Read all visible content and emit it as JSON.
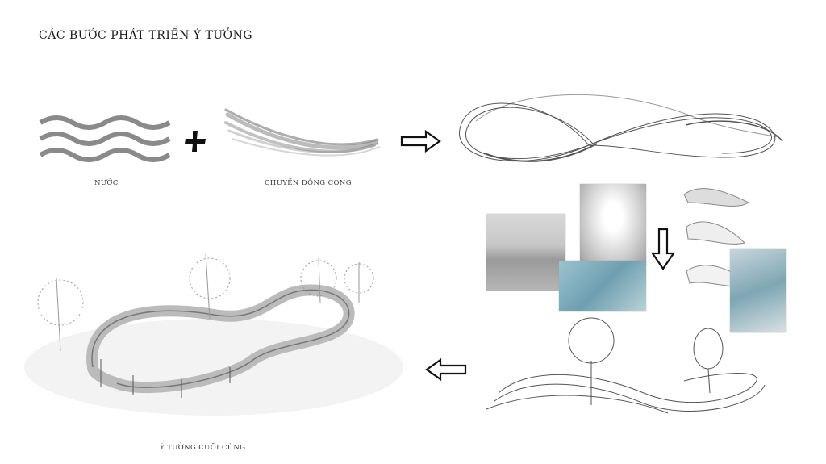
{
  "title": "CÁC BƯỚC PHÁT TRIỂN Ý TƯỞNG",
  "captions": {
    "water": "NƯỚC",
    "curve_motion": "CHUYỂN ĐỘNG CONG",
    "final_idea": "Ý TƯỞNG CUỐI CÙNG"
  },
  "icons": {
    "plus": "plus-icon",
    "arrow_right": "arrow-right-icon",
    "arrow_down": "arrow-down-icon",
    "arrow_left": "arrow-left-icon"
  },
  "colors": {
    "wave": "#8a8a8a",
    "water_blue": "#8fb8c8",
    "sketch": "#555555"
  }
}
